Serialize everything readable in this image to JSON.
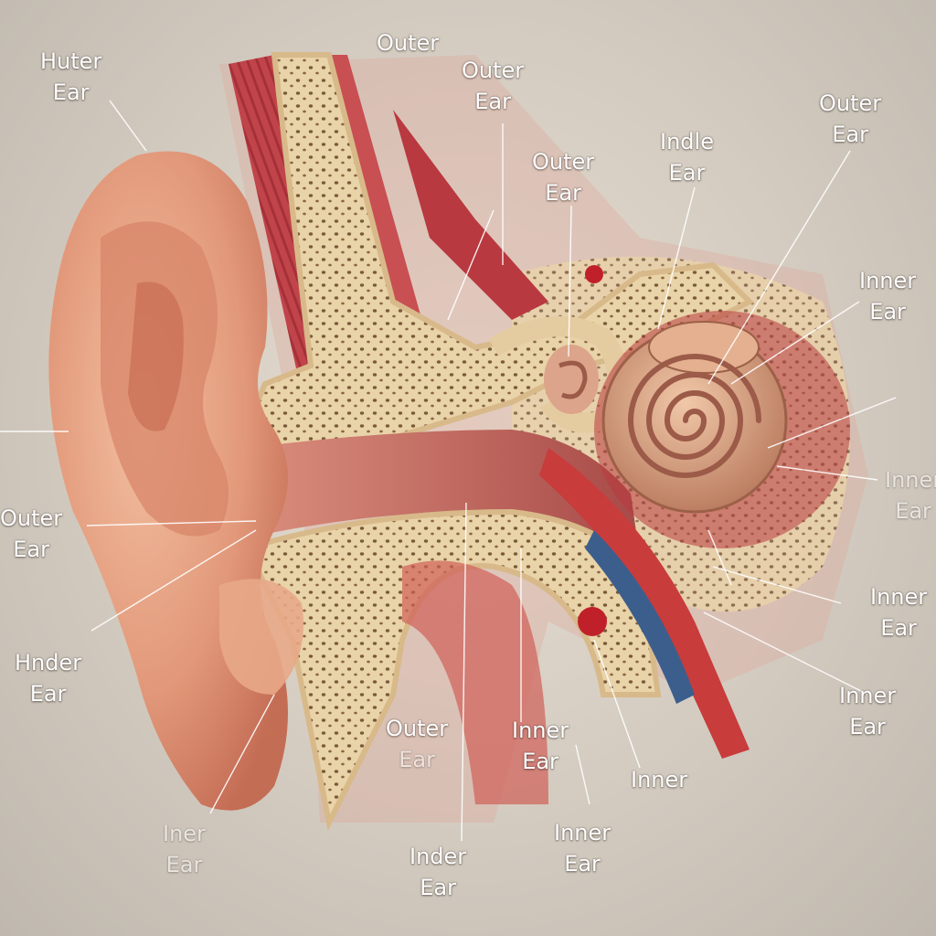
{
  "labels": [
    {
      "id": "l01",
      "line1": "Huter",
      "line2": "Ear"
    },
    {
      "id": "l02",
      "line1": "Outer",
      "line2": ""
    },
    {
      "id": "l03",
      "line1": "Outer",
      "line2": "Ear"
    },
    {
      "id": "l04",
      "line1": "Outer",
      "line2": "Ear"
    },
    {
      "id": "l05",
      "line1": "Indle",
      "line2": "Ear"
    },
    {
      "id": "l06",
      "line1": "Outer",
      "line2": "Ear"
    },
    {
      "id": "l07",
      "line1": "Inner",
      "line2": "Ear"
    },
    {
      "id": "l08",
      "line1": "Outer",
      "line2": "Ear"
    },
    {
      "id": "l09",
      "line1": "Hnder",
      "line2": "Ear"
    },
    {
      "id": "l10",
      "line1": "Outer",
      "line2": "Ear"
    },
    {
      "id": "l11",
      "line1": "Inner",
      "line2": "Ear"
    },
    {
      "id": "l12",
      "line1": "Inner",
      "line2": ""
    },
    {
      "id": "l13",
      "line1": "Inner",
      "line2": "Ear"
    },
    {
      "id": "l14",
      "line1": "Inder",
      "line2": "Ear"
    },
    {
      "id": "l15",
      "line1": "Inner",
      "line2": "Ear"
    },
    {
      "id": "l16",
      "line1": "Inner",
      "line2": "Ear"
    },
    {
      "id": "l17",
      "line1": "Inner",
      "line2": "Ear"
    },
    {
      "id": "l18",
      "line1": "Iner",
      "line2": "Ear"
    }
  ],
  "colors": {
    "skin": "#e8a888",
    "skin_shadow": "#c9765c",
    "bone": "#e9d3a8",
    "bone_pore": "#7a5a3a",
    "muscle": "#c0444a",
    "canal": "#b85a55",
    "vein": "#3c5e8c",
    "cochlea": "#d7a07e",
    "leader_line": "#ffffff"
  },
  "icons": [
    "ear-pinna-illustration",
    "cochlea-spiral-illustration"
  ]
}
